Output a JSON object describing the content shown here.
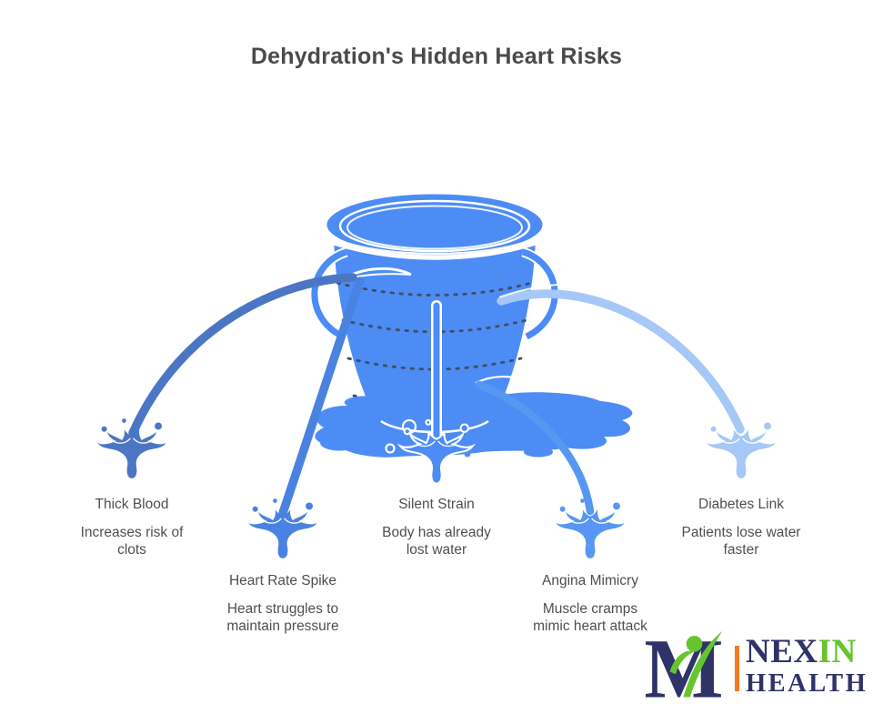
{
  "title": "Dehydration's Hidden Heart Risks",
  "colors": {
    "bucket": "#4d8cf5",
    "title_text": "#4a4a4a",
    "label_text": "#4f4f4f",
    "dotted_line": "#3f4e63",
    "logo_navy": "#2f3368",
    "logo_green": "#66c52e",
    "logo_orange": "#f47a20",
    "outline_white": "#ffffff"
  },
  "risks": [
    {
      "heading": "Thick Blood",
      "description": "Increases risk of\nclots",
      "color": "#4b76c4"
    },
    {
      "heading": "Heart Rate Spike",
      "description": "Heart struggles to\nmaintain pressure",
      "color": "#4a82e2"
    },
    {
      "heading": "Silent Strain",
      "description": "Body has already\nlost water",
      "color": "#4d8cf5"
    },
    {
      "heading": "Angina Mimicry",
      "description": "Muscle cramps\nmimic heart attack",
      "color": "#5697f2"
    },
    {
      "heading": "Diabetes Link",
      "description": "Patients lose water\nfaster",
      "color": "#a6c8f6"
    }
  ],
  "logo": {
    "monogram": "M",
    "name_part1": "NEX",
    "name_part2": "IN",
    "name_line2": "HEALTH"
  }
}
